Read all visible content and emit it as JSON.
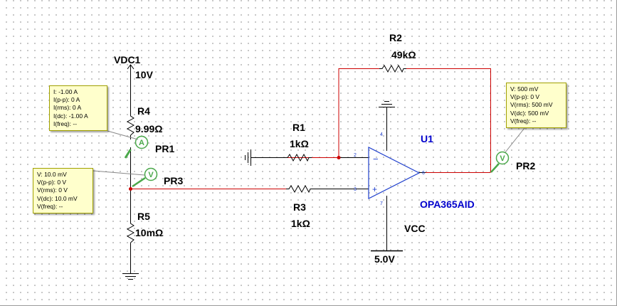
{
  "components": {
    "vdc1": {
      "name": "VDC1",
      "value": "10V"
    },
    "r4": {
      "name": "R4",
      "value": "9.99Ω"
    },
    "r5": {
      "name": "R5",
      "value": "10mΩ"
    },
    "r1": {
      "name": "R1",
      "value": "1kΩ"
    },
    "r2": {
      "name": "R2",
      "value": "49kΩ"
    },
    "r3": {
      "name": "R3",
      "value": "1kΩ"
    },
    "u1": {
      "name": "U1",
      "part": "OPA365AID"
    },
    "vcc": {
      "name": "VCC",
      "value": "5.0V"
    },
    "pr1": {
      "name": "PR1",
      "symbol": "A"
    },
    "pr2": {
      "name": "PR2",
      "symbol": "V"
    },
    "pr3": {
      "name": "PR3",
      "symbol": "V"
    }
  },
  "opamp_pins": {
    "in_minus": "2",
    "in_plus": "3",
    "out": "6",
    "vplus": "4",
    "vminus": "7",
    "minus_sign": "−",
    "plus_sign": "+"
  },
  "probe_readouts": {
    "pr1": [
      "I: -1.00 A",
      "I(p-p): 0 A",
      "I(rms): 0 A",
      "I(dc): -1.00 A",
      "I(freq): --"
    ],
    "pr2": [
      "V: 500 mV",
      "V(p-p): 0 V",
      "V(rms): 500 mV",
      "V(dc): 500 mV",
      "V(freq): --"
    ],
    "pr3": [
      "V: 10.0 mV",
      "V(p-p): 0 V",
      "V(rms): 0 V",
      "V(dc): 10.0 mV",
      "V(freq): --"
    ]
  },
  "colors": {
    "wire_red": "#cc0000",
    "wire_black": "#000000",
    "component_blue": "#0000cc",
    "probe_green": "#4aa84a",
    "tooltip_bg": "#ffffcc"
  }
}
